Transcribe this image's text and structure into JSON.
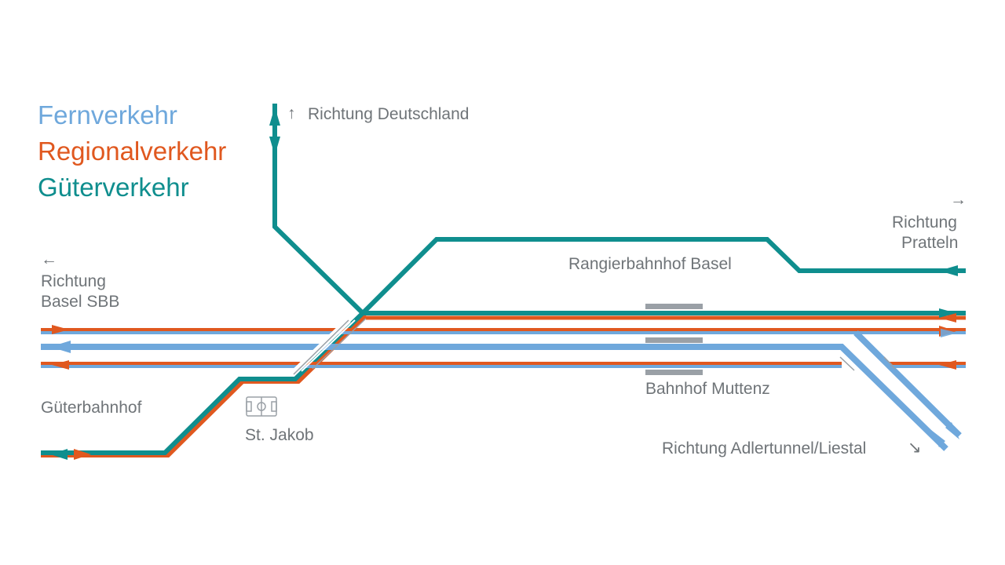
{
  "legend": {
    "fernverkehr": "Fernverkehr",
    "regionalverkehr": "Regionalverkehr",
    "gueterverkehr": "Güterverkehr"
  },
  "colors": {
    "fernverkehr": "#6fa8dc",
    "regionalverkehr": "#e0581f",
    "gueterverkehr": "#0f8e8e",
    "station": "#9aa0a6",
    "label": "#6f7478"
  },
  "labels": {
    "richtung_deutschland": "Richtung Deutschland",
    "richtung_pratteln_1": "Richtung",
    "richtung_pratteln_2": "Pratteln",
    "richtung_basel_1": "Richtung",
    "richtung_basel_2": "Basel SBB",
    "rangierbahnhof": "Rangierbahnhof Basel",
    "gueterbahnhof": "Güterbahnhof",
    "st_jakob": "St. Jakob",
    "bahnhof_muttenz": "Bahnhof Muttenz",
    "richtung_adlertunnel": "Richtung Adlertunnel/Liestal"
  },
  "icons": {
    "arrow_up": "↑",
    "arrow_right": "→",
    "arrow_left": "←",
    "arrow_down_right": "↘"
  }
}
